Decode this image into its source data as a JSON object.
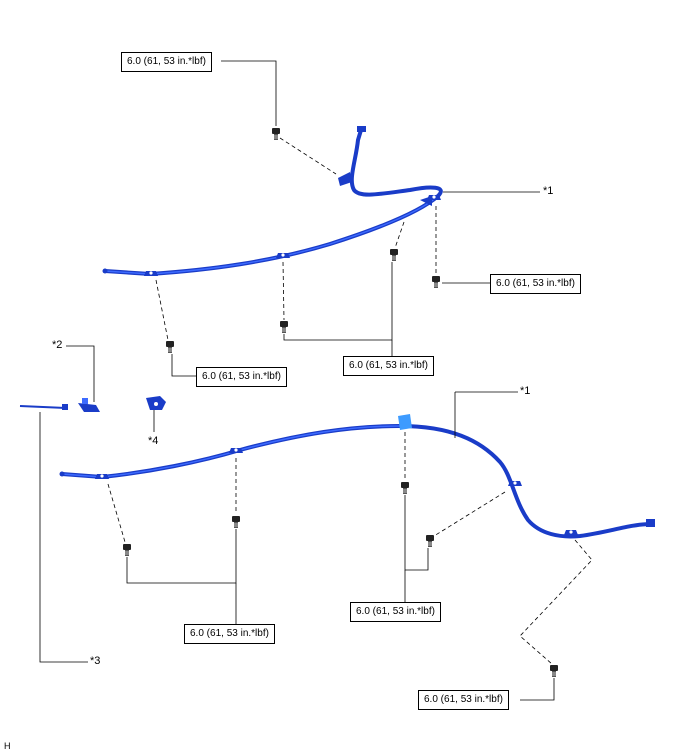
{
  "torque_spec": "6.0 (61, 53 in.*lbf)",
  "callouts": {
    "c1_upper": "*1",
    "c1_lower": "*1",
    "c2": "*2",
    "c3": "*3",
    "c4": "*4"
  },
  "corner_code": "H",
  "colors": {
    "cable": "#1a3cc8",
    "cable_highlight": "#3d6bff",
    "bolt": "#222222",
    "leader": "#000000"
  },
  "icons": [
    "bolt-icon",
    "cable-clamp-icon",
    "harness-connector-icon"
  ]
}
